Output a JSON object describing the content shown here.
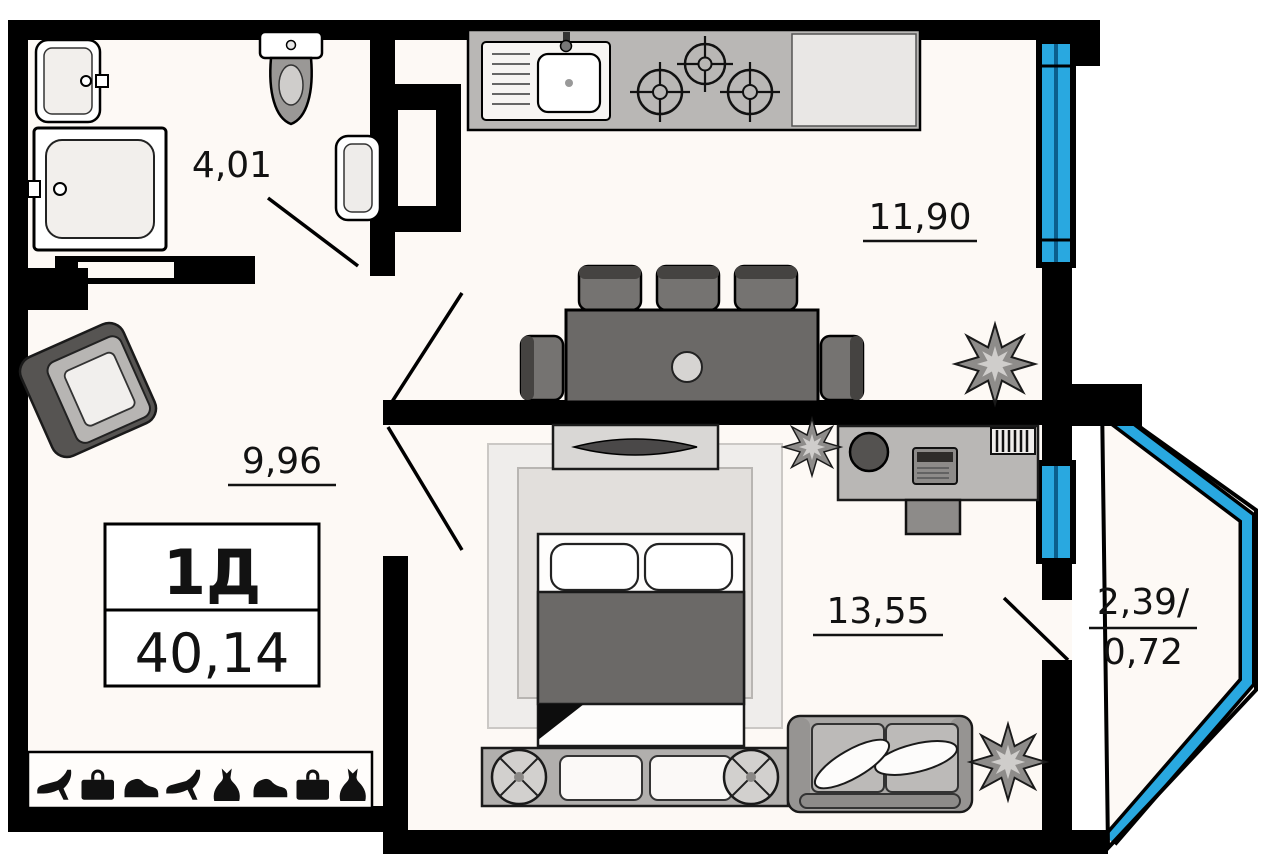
{
  "document": {
    "kind": "apartment-floor-plan"
  },
  "stamp": {
    "layout_type": "1Д",
    "total_area": "40,14"
  },
  "rooms": {
    "bathroom": {
      "area": "4,01"
    },
    "kitchen": {
      "area": "11,90"
    },
    "hall": {
      "area": "9,96"
    },
    "bedroom": {
      "area": "13,55"
    },
    "balcony": {
      "area_full": "2,39/",
      "area_reduced": "0,72"
    }
  },
  "colors": {
    "walls": "#000000",
    "window_glass": "#29a8e0",
    "floor": "#fdf9f5",
    "furniture_gray": "#b9b7b5",
    "text": "#121212"
  },
  "icons": {
    "bathroom": [
      "washbasin-icon",
      "toilet-icon",
      "shower-icon",
      "towel-dryer-icon"
    ],
    "kitchen": [
      "kitchen-sink-icon",
      "stove-burners-icon",
      "countertop-icon"
    ],
    "dining": [
      "dining-table-icon",
      "chair-icon",
      "chair-icon",
      "chair-icon",
      "chair-icon",
      "chair-icon"
    ],
    "bedroom": [
      "dresser-icon",
      "double-bed-icon",
      "pillow-icon",
      "pillow-icon",
      "bench-icon",
      "stool-icon",
      "stool-icon"
    ],
    "workspace": [
      "desk-icon",
      "desk-chair-icon",
      "laptop-icon",
      "books-icon",
      "cabinet-icon"
    ],
    "living": [
      "sofa-icon",
      "sofa-pillow-icon",
      "sofa-pillow-icon",
      "armchair-icon"
    ],
    "decor": [
      "plant-icon",
      "plant-icon",
      "plant-icon"
    ],
    "wardrobe_strip": [
      "high-heel-icon",
      "briefcase-icon",
      "shoe-icon",
      "high-heel-icon",
      "dress-icon",
      "shoe-icon",
      "briefcase-icon",
      "dress-icon"
    ]
  }
}
